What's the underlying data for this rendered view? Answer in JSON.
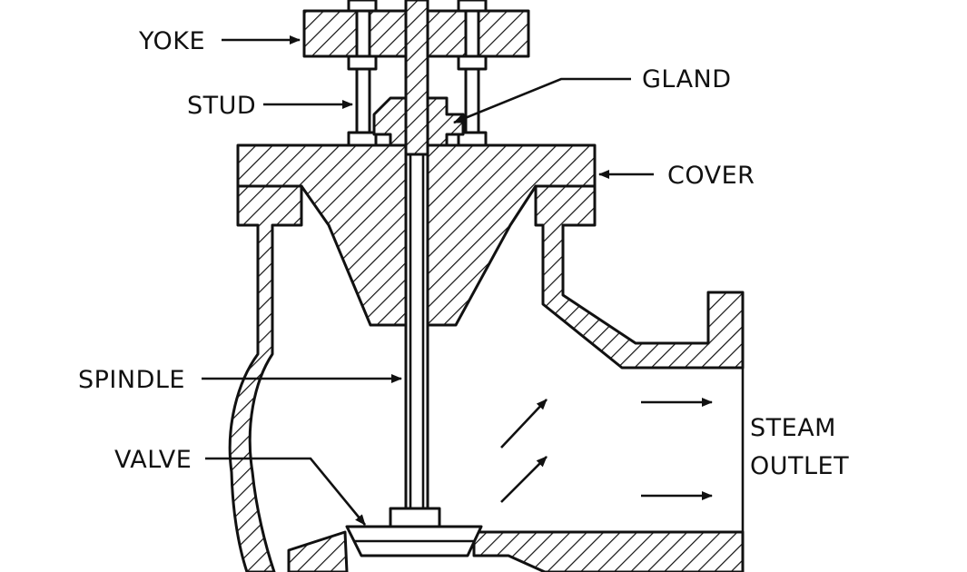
{
  "diagram": {
    "labels": {
      "yoke": "YOKE",
      "stud": "STUD",
      "gland": "GLAND",
      "cover": "COVER",
      "spindle": "SPINDLE",
      "valve": "VALVE",
      "steam_outlet_line1": "STEAM",
      "steam_outlet_line2": "OUTLET"
    },
    "colors": {
      "ink": "#111111",
      "paper": "#ffffff"
    }
  }
}
